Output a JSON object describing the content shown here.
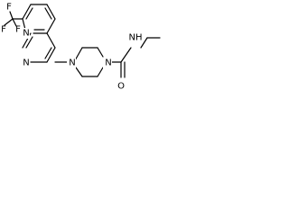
{
  "molecule": {
    "atoms": {
      "f_top": "F",
      "f_left": "F",
      "f_bottom": "F",
      "n_upper_ring": "N",
      "n_lower_ring": "N",
      "n_piperazine_top": "N",
      "n_piperazine_bottom": "N",
      "o_carbonyl": "O",
      "nh_amide": "NH"
    }
  }
}
